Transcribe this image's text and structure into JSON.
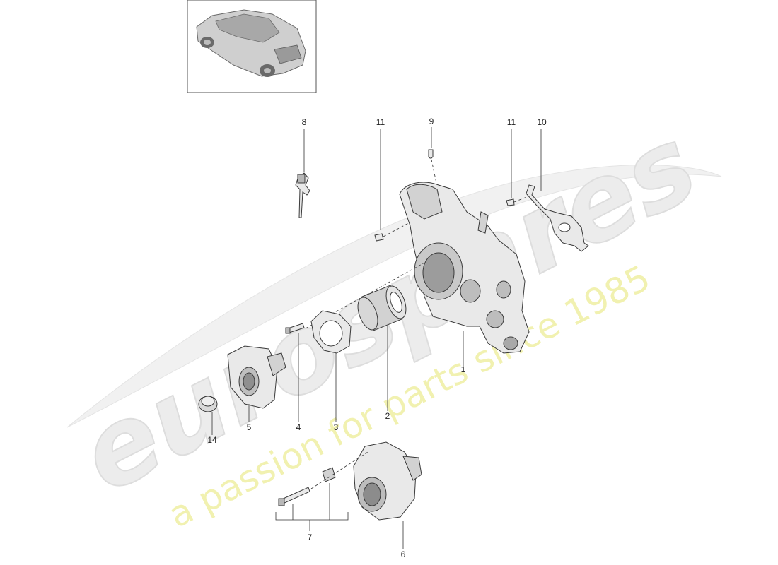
{
  "watermark": {
    "brand": "eurospares",
    "tagline": "a passion for parts since 1985",
    "brand_color": "#dcdcdc",
    "tagline_color": "#eeee99"
  },
  "callouts": [
    {
      "id": "1",
      "label": "1"
    },
    {
      "id": "2",
      "label": "2"
    },
    {
      "id": "3",
      "label": "3"
    },
    {
      "id": "4",
      "label": "4"
    },
    {
      "id": "5",
      "label": "5"
    },
    {
      "id": "6",
      "label": "6"
    },
    {
      "id": "7",
      "label": "7"
    },
    {
      "id": "8",
      "label": "8"
    },
    {
      "id": "9",
      "label": "9"
    },
    {
      "id": "10",
      "label": "10"
    },
    {
      "id": "11a",
      "label": "11"
    },
    {
      "id": "11b",
      "label": "11"
    },
    {
      "id": "14",
      "label": "14"
    }
  ],
  "thumbnail": {
    "icon": "car-thumbnail-icon"
  },
  "colors": {
    "line": "#333333",
    "part_fill": "#e9e9e9"
  }
}
